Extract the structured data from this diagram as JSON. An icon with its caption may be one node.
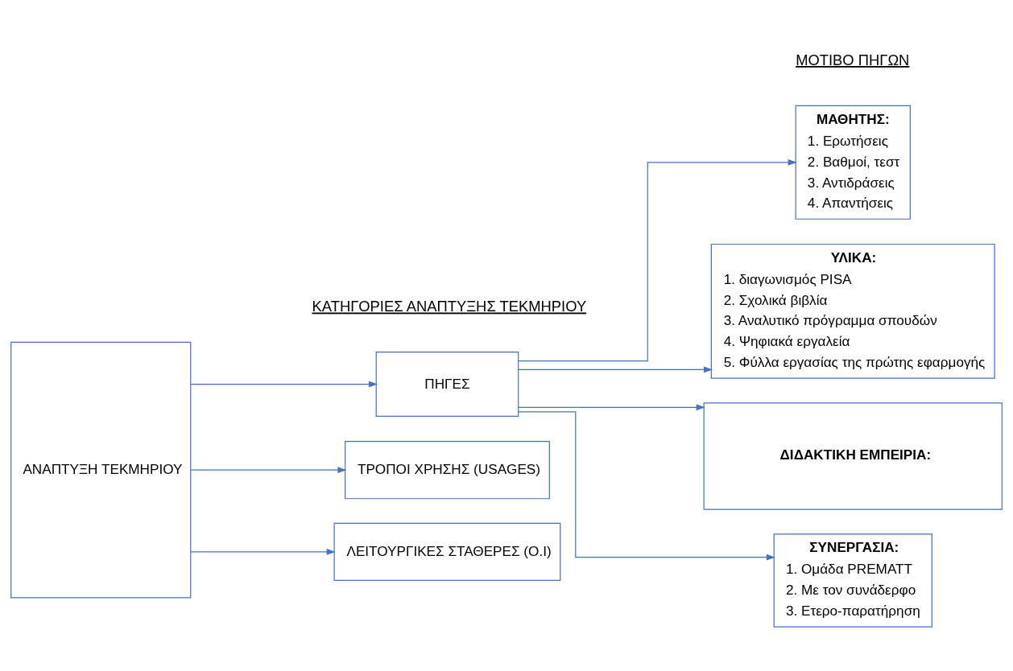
{
  "diagram": {
    "nodes": [
      {
        "text": [
          "ΑΝΑΠΤΥΞΗ ΤΕΚΜΗΡΙΟΥ"
        ]
      },
      {
        "text": [
          "ΠΗΓΕΣ"
        ]
      },
      {
        "text": [
          "ΤΡΟΠΟΙ ΧΡΗΣΗΣ (USAGES)"
        ]
      },
      {
        "text": [
          "ΛΕΙΤΟΥΡΓΙΚΕΣ ΣΤΑΘΕΡΕΣ (Ο.Ι)"
        ]
      },
      {
        "text": [
          "ΜΑΘΗΤΗΣ:",
          "1. Ερωτήσεις",
          "2. Βαθμοί, τεστ",
          "3. Αντιδράσεις",
          "4. Απαντήσεις"
        ]
      },
      {
        "text": [
          "ΥΛΙΚΑ:",
          "1. διαγωνισμός PISA",
          "2. Σχολικά βιβλία",
          "3. Αναλυτικό πρόγραμμα σπουδών",
          "4. Ψηφιακά εργαλεία",
          "5. Φύλλα εργασίας της πρώτης εφαρμογής"
        ]
      },
      {
        "text": [
          "ΔΙΔΑΚΤΙΚΗ ΕΜΠΕΙΡΙΑ:"
        ]
      },
      {
        "text": [
          "ΣΥΝΕΡΓΑΣΙΑ:",
          "1. Ομάδα PREMATT",
          "2. Με τον συνάδερφο",
          "3. Ετερο-παρατήρηση"
        ]
      }
    ],
    "edges": [
      {
        "from": 0,
        "to": 1,
        "arrow": "to"
      },
      {
        "from": 0,
        "to": 2,
        "arrow": "to"
      },
      {
        "from": 0,
        "to": 3,
        "arrow": "to"
      },
      {
        "from": 1,
        "to": 4,
        "arrow": "to"
      },
      {
        "from": 1,
        "to": 5,
        "arrow": "to"
      },
      {
        "from": 1,
        "to": 6,
        "arrow": "to"
      },
      {
        "from": 1,
        "to": 7,
        "arrow": "to"
      }
    ],
    "labels": [
      "ΚΑΤΗΓΟΡΙΕΣ ΑΝΑΠΤΥΞΗΣ ΤΕΚΜΗΡΙΟΥ",
      "ΜΟΤΙΒΟ ΠΗΓΩΝ"
    ]
  }
}
